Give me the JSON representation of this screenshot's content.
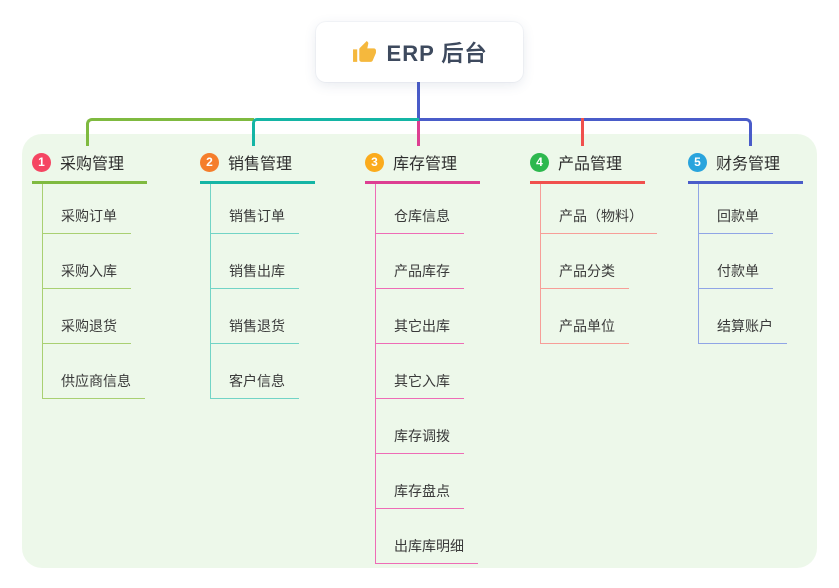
{
  "root": {
    "title": "ERP 后台",
    "icon": "thumbs-up-icon",
    "icon_color": "#f5b83d"
  },
  "colors": {
    "panel_bg": "#edf8ea",
    "connector_blue": "#4a5cc9",
    "connector_green": "#7fba40",
    "connector_teal": "#14b5a5",
    "connector_magenta": "#dd3f92",
    "connector_red": "#f0504d"
  },
  "branches": [
    {
      "number": "1",
      "label": "采购管理",
      "badge_color": "#f54562",
      "line_color": "#7fba40",
      "sub_color": "#a9d072",
      "items": [
        "采购订单",
        "采购入库",
        "采购退货",
        "供应商信息"
      ]
    },
    {
      "number": "2",
      "label": "销售管理",
      "badge_color": "#f57e2c",
      "line_color": "#14b5a5",
      "sub_color": "#72d4c6",
      "items": [
        "销售订单",
        "销售出库",
        "销售退货",
        "客户信息"
      ]
    },
    {
      "number": "3",
      "label": "库存管理",
      "badge_color": "#fbab1c",
      "line_color": "#dd3f92",
      "sub_color": "#ee6cb6",
      "items": [
        "仓库信息",
        "产品库存",
        "其它出库",
        "其它入库",
        "库存调拨",
        "库存盘点",
        "出库库明细"
      ]
    },
    {
      "number": "4",
      "label": "产品管理",
      "badge_color": "#2db84e",
      "line_color": "#f0504d",
      "sub_color": "#f79e98",
      "items": [
        "产品（物料）",
        "产品分类",
        "产品单位"
      ]
    },
    {
      "number": "5",
      "label": "财务管理",
      "badge_color": "#29a4dd",
      "line_color": "#4a5cc9",
      "sub_color": "#90a5e6",
      "items": [
        "回款单",
        "付款单",
        "结算账户"
      ]
    }
  ]
}
